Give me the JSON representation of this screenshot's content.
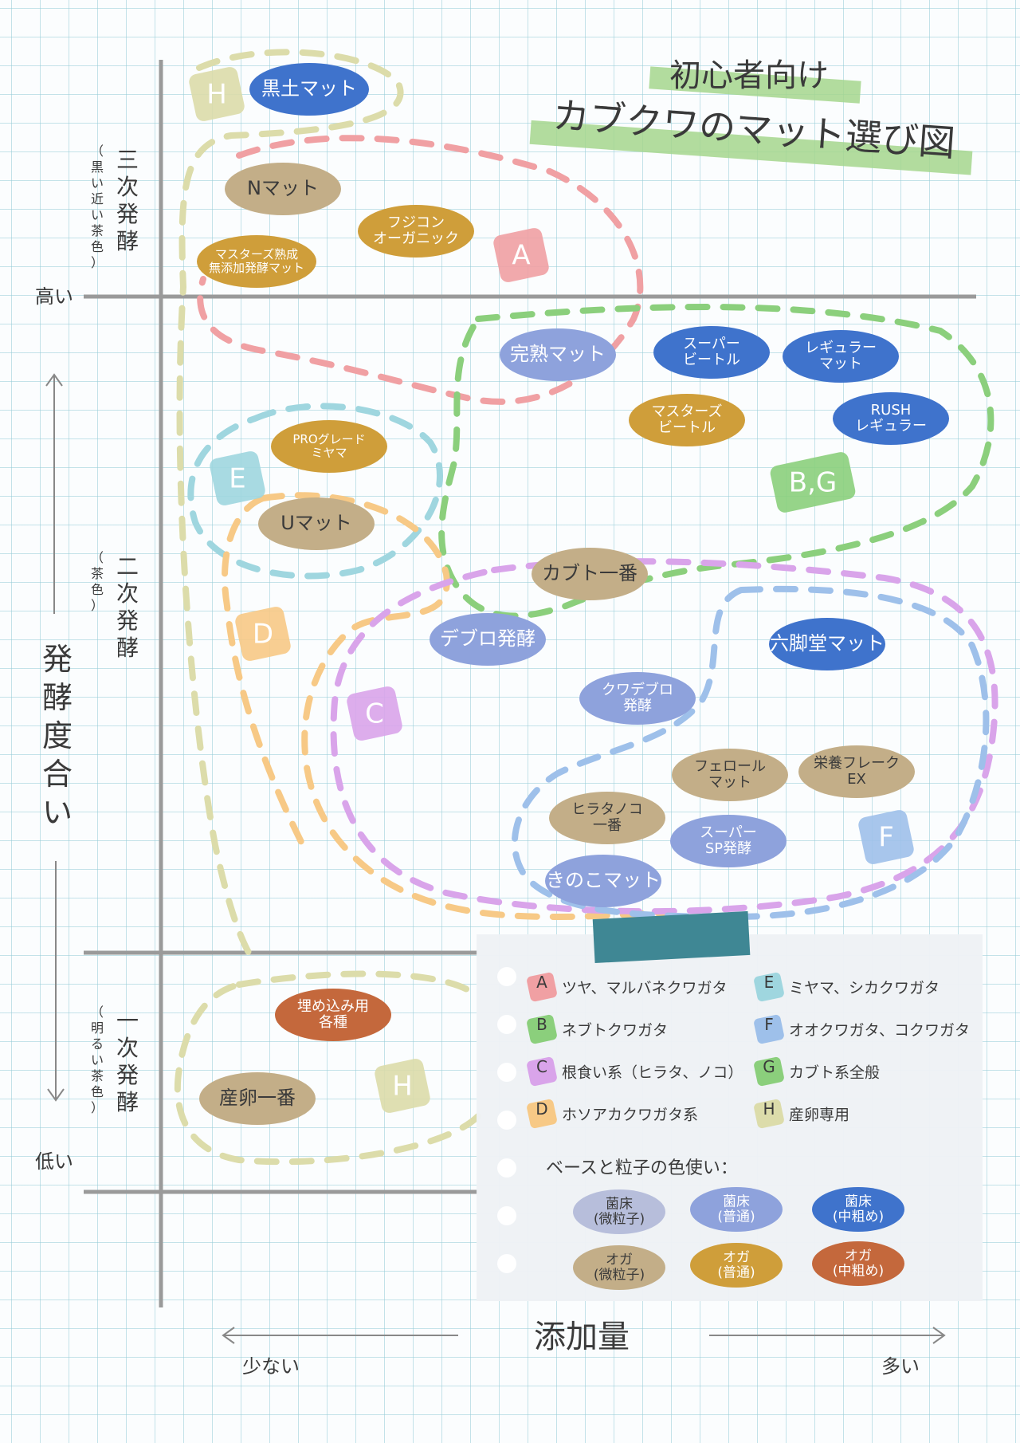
{
  "title": {
    "line1": "初心者向け",
    "line2": "カブクワのマット選び図"
  },
  "axes": {
    "y_label": "発酵度合い",
    "y_high": "高い",
    "y_low": "低い",
    "x_label": "添加量",
    "x_low": "少ない",
    "x_high": "多い",
    "levels": [
      {
        "name": "三次発酵",
        "note": "（黒い近い茶色）"
      },
      {
        "name": "二次発酵",
        "note": "（茶色）"
      },
      {
        "name": "一次発酵",
        "note": "（明るい茶色）"
      }
    ]
  },
  "colors": {
    "A": "#f0a0a3",
    "B": "#8bcf7c",
    "C": "#d9a4ea",
    "D": "#f7c986",
    "E": "#9fd6df",
    "F": "#9ec0ea",
    "G": "#8bcf7c",
    "H": "#dcdcaa",
    "kinsho_fine": "#b7bedb",
    "kinsho_normal": "#8ea2dc",
    "kinsho_coarse": "#3f73cc",
    "oga_fine": "#c3ae88",
    "oga_normal": "#cf9e3a",
    "oga_coarse": "#c4683c"
  },
  "groups": {
    "A": {
      "label": "A"
    },
    "BG": {
      "label": "B,G"
    },
    "C": {
      "label": "C"
    },
    "D": {
      "label": "D"
    },
    "E": {
      "label": "E"
    },
    "F": {
      "label": "F"
    },
    "H1": {
      "label": "H"
    },
    "H2": {
      "label": "H"
    }
  },
  "mats": [
    {
      "lines": [
        "黒土マット"
      ],
      "kind": "kinsho_coarse"
    },
    {
      "lines": [
        "Nマット"
      ],
      "kind": "oga_fine"
    },
    {
      "lines": [
        "フジコン",
        "オーガニック"
      ],
      "kind": "oga_normal"
    },
    {
      "lines": [
        "マスターズ熟成",
        "無添加発酵マット"
      ],
      "kind": "oga_normal"
    },
    {
      "lines": [
        "完熟マット"
      ],
      "kind": "kinsho_normal"
    },
    {
      "lines": [
        "スーパー",
        "ビートル"
      ],
      "kind": "kinsho_coarse"
    },
    {
      "lines": [
        "レギュラー",
        "マット"
      ],
      "kind": "kinsho_coarse"
    },
    {
      "lines": [
        "マスターズ",
        "ビートル"
      ],
      "kind": "oga_normal"
    },
    {
      "lines": [
        "RUSH",
        "レギュラー"
      ],
      "kind": "kinsho_coarse"
    },
    {
      "lines": [
        "PROグレード",
        "ミヤマ"
      ],
      "kind": "oga_normal"
    },
    {
      "lines": [
        "Uマット"
      ],
      "kind": "oga_fine"
    },
    {
      "lines": [
        "カブト一番"
      ],
      "kind": "oga_fine"
    },
    {
      "lines": [
        "デブロ発酵"
      ],
      "kind": "kinsho_normal"
    },
    {
      "lines": [
        "六脚堂マット"
      ],
      "kind": "kinsho_coarse"
    },
    {
      "lines": [
        "クワデブロ",
        "発酵"
      ],
      "kind": "kinsho_normal"
    },
    {
      "lines": [
        "フェロール",
        "マット"
      ],
      "kind": "oga_fine"
    },
    {
      "lines": [
        "栄養フレーク",
        "EX"
      ],
      "kind": "oga_fine"
    },
    {
      "lines": [
        "ヒラタノコ",
        "一番"
      ],
      "kind": "oga_fine"
    },
    {
      "lines": [
        "スーパー",
        "SP発酵"
      ],
      "kind": "kinsho_normal"
    },
    {
      "lines": [
        "きのこマット"
      ],
      "kind": "kinsho_normal"
    },
    {
      "lines": [
        "埋め込み用",
        "各種"
      ],
      "kind": "oga_coarse"
    },
    {
      "lines": [
        "産卵一番"
      ],
      "kind": "oga_fine"
    }
  ],
  "legend": {
    "groups": [
      {
        "letter": "A",
        "text": "ツヤ、マルバネクワガタ"
      },
      {
        "letter": "B",
        "text": "ネブトクワガタ"
      },
      {
        "letter": "C",
        "text": "根食い系（ヒラタ、ノコ）"
      },
      {
        "letter": "D",
        "text": "ホソアカクワガタ系"
      },
      {
        "letter": "E",
        "text": "ミヤマ、シカクワガタ"
      },
      {
        "letter": "F",
        "text": "オオクワガタ、コクワガタ"
      },
      {
        "letter": "G",
        "text": "カブト系全般"
      },
      {
        "letter": "H",
        "text": "産卵専用"
      }
    ],
    "base_title": "ベースと粒子の色使い：",
    "swatches": [
      {
        "lines": [
          "菌床",
          "(微粒子)"
        ],
        "kind": "kinsho_fine"
      },
      {
        "lines": [
          "菌床",
          "(普通)"
        ],
        "kind": "kinsho_normal"
      },
      {
        "lines": [
          "菌床",
          "(中粗め)"
        ],
        "kind": "kinsho_coarse"
      },
      {
        "lines": [
          "オガ",
          "(微粒子)"
        ],
        "kind": "oga_fine"
      },
      {
        "lines": [
          "オガ",
          "(普通)"
        ],
        "kind": "oga_normal"
      },
      {
        "lines": [
          "オガ",
          "(中粗め)"
        ],
        "kind": "oga_coarse"
      }
    ]
  }
}
